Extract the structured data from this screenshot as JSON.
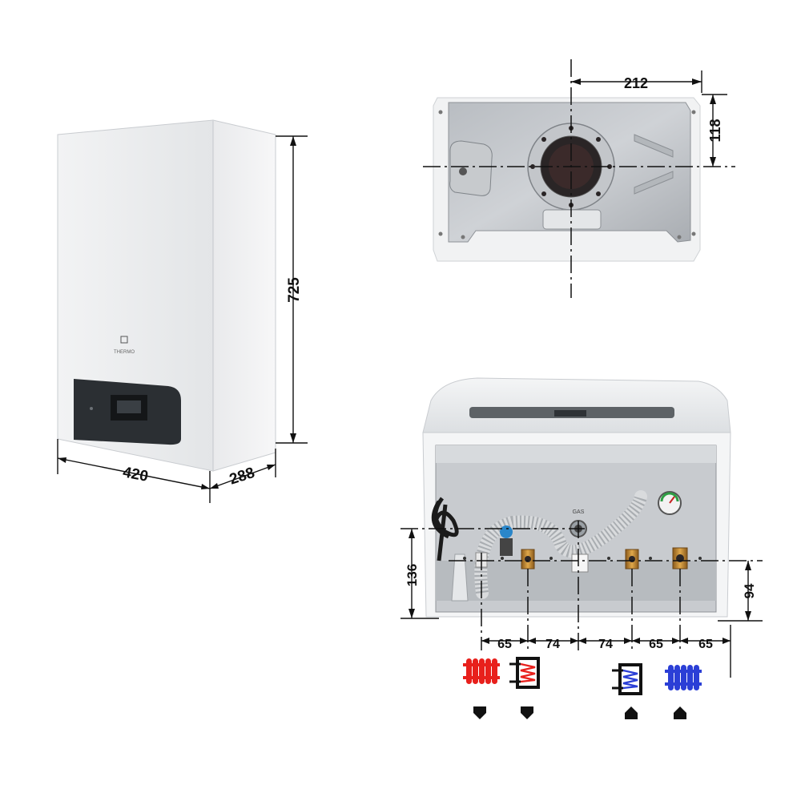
{
  "front_view": {
    "brand_text": "THERMO",
    "dimensions": {
      "height": "725",
      "width": "420",
      "depth": "288"
    }
  },
  "top_view": {
    "dimensions": {
      "flue_offset_x": "212",
      "flue_offset_y": "118"
    }
  },
  "bottom_view": {
    "gas_label": "GAS",
    "dimensions": {
      "left_height": "136",
      "right_height": "94",
      "spacings": [
        "65",
        "74",
        "74",
        "65",
        "65"
      ]
    }
  },
  "legend": {
    "colors": {
      "hot": "#e8201c",
      "cold": "#2b3fd6",
      "black": "#111111"
    },
    "items": [
      {
        "icon": "heating-flow-radiator-icon",
        "direction": "down"
      },
      {
        "icon": "hot-water-outlet-coil-icon",
        "direction": "down"
      },
      {
        "icon": "cold-water-inlet-coil-icon",
        "direction": "up"
      },
      {
        "icon": "heating-return-radiator-icon",
        "direction": "up"
      }
    ]
  }
}
